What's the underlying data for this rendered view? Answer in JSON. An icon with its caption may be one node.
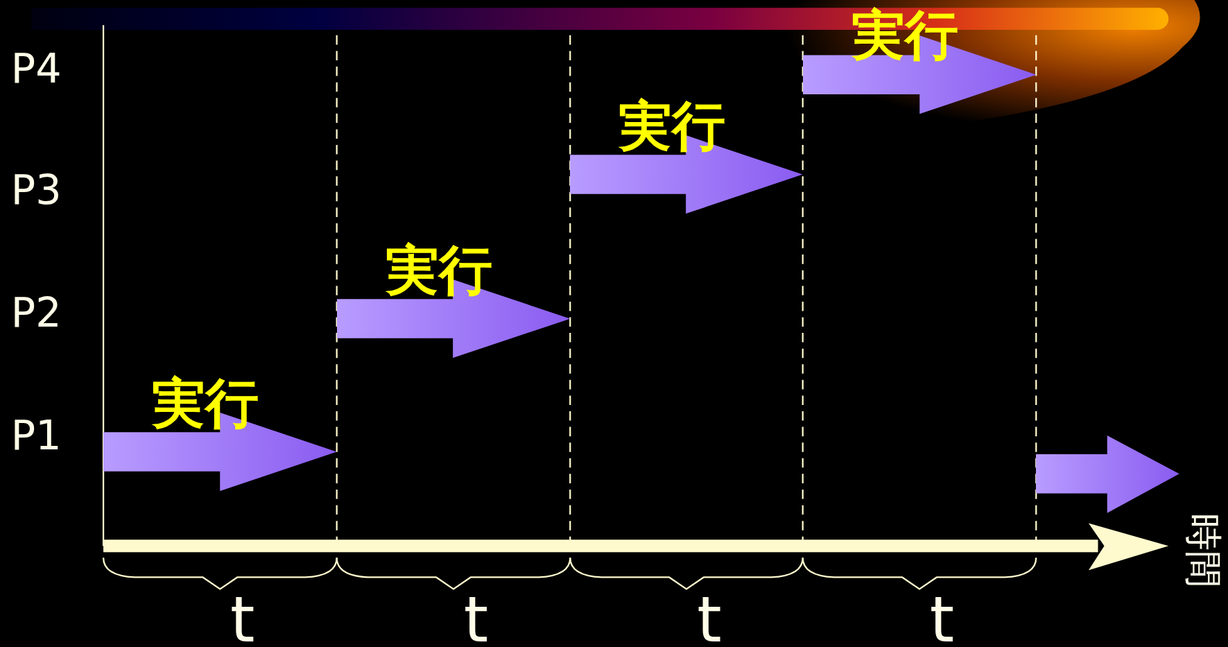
{
  "diagram": {
    "nodes": [
      {
        "text": [
          "実行"
        ]
      },
      {
        "text": [
          "実行"
        ]
      },
      {
        "text": [
          "実行"
        ]
      },
      {
        "text": [
          "実行"
        ]
      },
      {
        "text": [],
        "shape": "arrow"
      }
    ],
    "labels": [
      "P4",
      "P3",
      "P2",
      "P1",
      "時間",
      "t",
      "t",
      "t",
      "t"
    ]
  }
}
